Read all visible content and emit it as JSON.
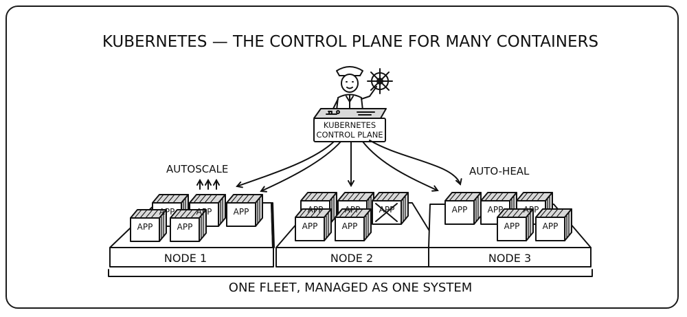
{
  "title": "KUBERNETES — THE CONTROL PLANE FOR MANY CONTAINERS",
  "control_plane": {
    "line1": "KUBERNETES",
    "line2": "CONTROL PLANE"
  },
  "annotations": {
    "autoscale": "AUTOSCALE",
    "autoheal": "AUTO-HEAL"
  },
  "app_label": "APP",
  "nodes": [
    {
      "label": "NODE 1",
      "apps": 5,
      "note": "autoscaling"
    },
    {
      "label": "NODE 2",
      "apps": 5,
      "failed_apps": 1
    },
    {
      "label": "NODE 3",
      "apps": 5,
      "note": "auto-healed"
    }
  ],
  "footer": "ONE FLEET, MANAGED AS ONE SYSTEM",
  "icons": [
    "captain-figure-icon",
    "ship-wheel-icon",
    "control-console-icon"
  ],
  "colors": {
    "ink": "#111111",
    "shade": "#d9d9d9",
    "background": "#ffffff"
  }
}
